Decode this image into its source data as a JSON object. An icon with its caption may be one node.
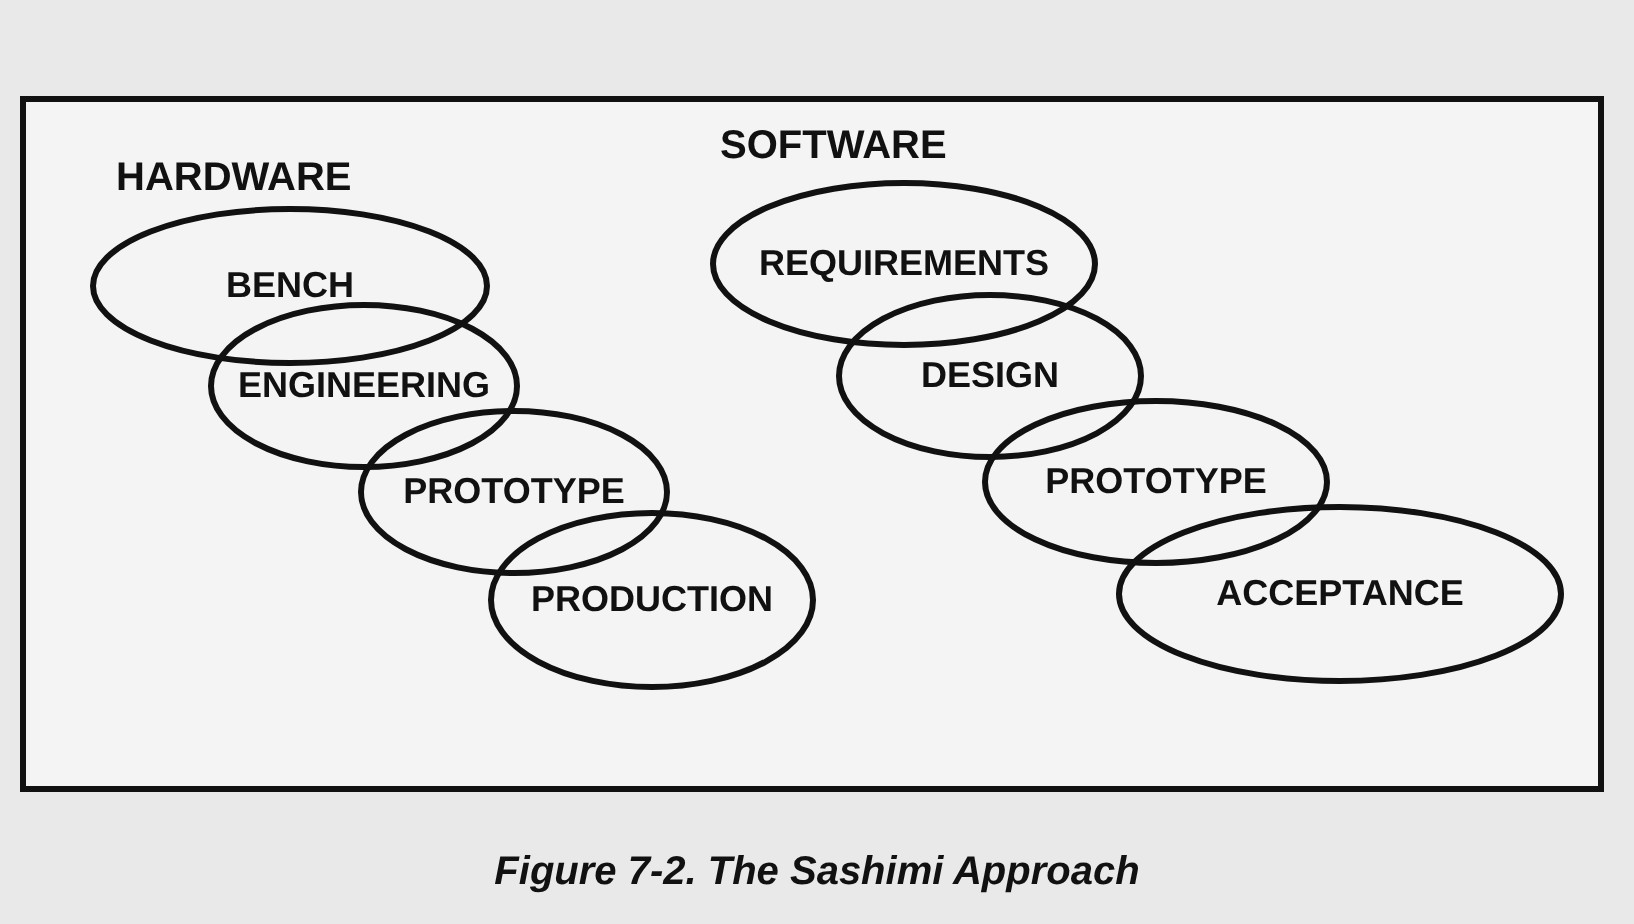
{
  "diagram": {
    "caption": "Figure 7-2. The Sashimi Approach",
    "nodes": [
      {
        "text": [
          "BENCH"
        ]
      },
      {
        "text": [
          "ENGINEERING"
        ]
      },
      {
        "text": [
          "PROTOTYPE"
        ]
      },
      {
        "text": [
          "PRODUCTION"
        ]
      },
      {
        "text": [
          "REQUIREMENTS"
        ]
      },
      {
        "text": [
          "DESIGN"
        ]
      },
      {
        "text": [
          "PROTOTYPE"
        ]
      },
      {
        "text": [
          "ACCEPTANCE"
        ]
      }
    ],
    "labels": [
      "HARDWARE",
      "SOFTWARE"
    ]
  }
}
